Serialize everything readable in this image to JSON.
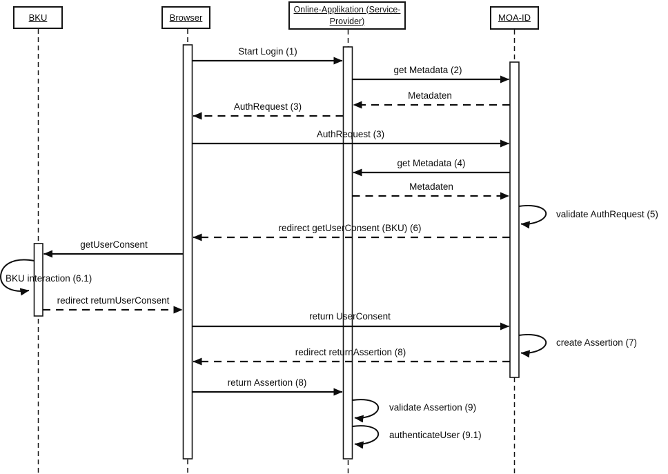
{
  "actors": [
    {
      "id": "bku",
      "label": "BKU"
    },
    {
      "id": "browser",
      "label": "Browser"
    },
    {
      "id": "online-applikation",
      "label": "Online-Applikation (Service-Provider)"
    },
    {
      "id": "moa-id",
      "label": "MOA-ID"
    }
  ],
  "messages": [
    {
      "label": "Start Login (1)",
      "from": "browser",
      "to": "online-applikation",
      "style": "solid"
    },
    {
      "label": "get Metadata (2)",
      "from": "online-applikation",
      "to": "moa-id",
      "style": "solid"
    },
    {
      "label": "Metadaten",
      "from": "moa-id",
      "to": "online-applikation",
      "style": "dashed"
    },
    {
      "label": "AuthRequest (3)",
      "from": "online-applikation",
      "to": "browser",
      "style": "dashed"
    },
    {
      "label": "AuthRequest (3)",
      "from": "browser",
      "to": "moa-id",
      "style": "solid"
    },
    {
      "label": "get Metadata (4)",
      "from": "moa-id",
      "to": "online-applikation",
      "style": "solid"
    },
    {
      "label": "Metadaten",
      "from": "online-applikation",
      "to": "moa-id",
      "style": "dashed"
    },
    {
      "label": "validate AuthRequest (5)",
      "from": "moa-id",
      "to": "moa-id",
      "style": "self"
    },
    {
      "label": "redirect getUserConsent (BKU) (6)",
      "from": "moa-id",
      "to": "browser",
      "style": "dashed"
    },
    {
      "label": "getUserConsent",
      "from": "browser",
      "to": "bku",
      "style": "solid"
    },
    {
      "label": "BKU interaction (6.1)",
      "from": "bku",
      "to": "bku",
      "style": "self"
    },
    {
      "label": "redirect returnUserConsent",
      "from": "bku",
      "to": "browser",
      "style": "dashed"
    },
    {
      "label": "return UserConsent",
      "from": "browser",
      "to": "moa-id",
      "style": "solid"
    },
    {
      "label": "create Assertion (7)",
      "from": "moa-id",
      "to": "moa-id",
      "style": "self"
    },
    {
      "label": "redirect returnAssertion (8)",
      "from": "moa-id",
      "to": "browser",
      "style": "dashed"
    },
    {
      "label": "return Assertion (8)",
      "from": "browser",
      "to": "online-applikation",
      "style": "solid"
    },
    {
      "label": "validate Assertion (9)",
      "from": "online-applikation",
      "to": "online-applikation",
      "style": "self"
    },
    {
      "label": "authenticateUser (9.1)",
      "from": "online-applikation",
      "to": "online-applikation",
      "style": "self"
    }
  ],
  "colors": {
    "line": "#0d0d0d",
    "background": "#ffffff",
    "bar_fill": "#ffffff"
  }
}
